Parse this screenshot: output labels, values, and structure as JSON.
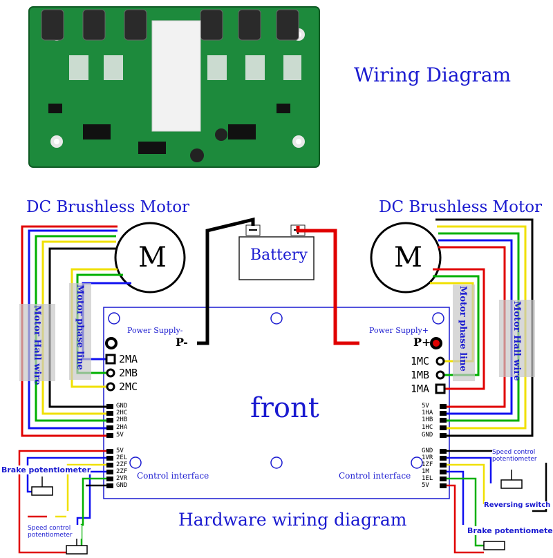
{
  "heading": "Wiring Diagram",
  "footer": "Hardware wiring diagram",
  "board_label": "front",
  "battery": {
    "label": "Battery",
    "neg": "-",
    "pos": "+"
  },
  "motor_left": {
    "title": "DC Brushless Motor",
    "symbol": "M"
  },
  "motor_right": {
    "title": "DC Brushless Motor",
    "symbol": "M"
  },
  "labels": {
    "motor_hall_wire": "Motor Hall wire",
    "motor_phase_line": "Motor phase line",
    "power_supply_neg": "Power Supply-",
    "power_supply_pos": "Power Supply+",
    "control_interface": "Control interface",
    "brake_potentiometer": "Brake potentiometer",
    "speed_control_potentiometer": "Speed control potentiometer",
    "reversing_switch": "Reversing switch",
    "p_neg": "P-",
    "p_pos": "P+"
  },
  "left_phase_pins": [
    "2MA",
    "2MB",
    "2MC"
  ],
  "right_phase_pins": [
    "1MC",
    "1MB",
    "1MA"
  ],
  "left_hall_pins": [
    "GND",
    "2HC",
    "2HB",
    "2HA",
    "5V"
  ],
  "right_hall_pins": [
    "5V",
    "1HA",
    "1HB",
    "1HC",
    "GND"
  ],
  "left_ctrl_pins": [
    "5V",
    "2EL",
    "2ZF",
    "2ZF",
    "2VR",
    "GND"
  ],
  "right_ctrl_pins": [
    "GND",
    "1VR",
    "1ZF",
    "1M",
    "1EL",
    "5V"
  ],
  "colors": {
    "accent": "#1a1ad0",
    "red": "#e00000",
    "green": "#00b000",
    "yellow": "#f0e000",
    "blue": "#1010f0",
    "black": "#000000",
    "pcb": "#1d8a3c"
  }
}
